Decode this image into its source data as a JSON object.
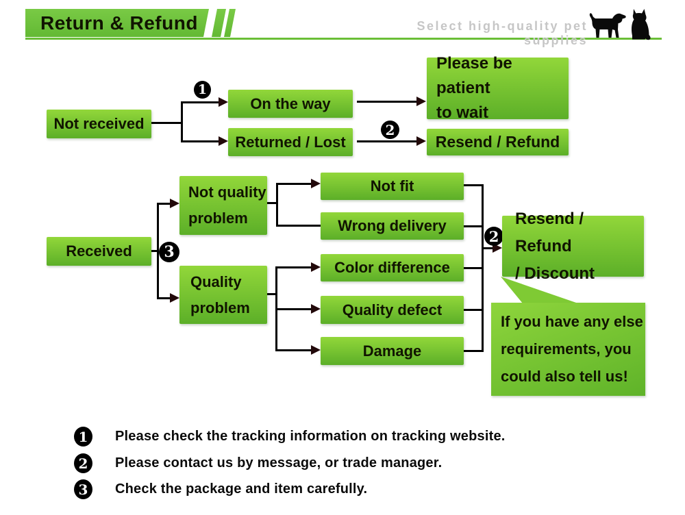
{
  "header": {
    "title": "Return & Refund",
    "tagline": "Select high-quality pet supplies",
    "dog_icon": "dog-silhouette",
    "cat_icon": "cat-silhouette"
  },
  "colors": {
    "banner_green": "#6fc23d",
    "box_green_top": "#92d73a",
    "box_green_bottom": "#5caf28",
    "underline_green": "#6abe37",
    "tagline_gray": "#c6c6c6",
    "line_black": "#000000"
  },
  "flow_top": {
    "not_received": "Not received",
    "badge_1": "1",
    "on_the_way": "On the way",
    "returned_lost": "Returned / Lost",
    "badge_2": "2",
    "wait_line1": "Please be patient",
    "wait_line2": "to wait",
    "resend_refund": "Resend / Refund"
  },
  "flow_received": {
    "received": "Received",
    "badge_3": "3",
    "not_quality_line1": "Not quality",
    "not_quality_line2": "problem",
    "quality_line1": "Quality",
    "quality_line2": "problem",
    "not_fit": "Not fit",
    "wrong_delivery": "Wrong delivery",
    "color_difference": "Color difference",
    "quality_defect": "Quality defect",
    "damage": "Damage",
    "badge_2": "2",
    "resolution_line1": "Resend / Refund",
    "resolution_line2": "/ Discount",
    "bubble_line1": "If you have any else",
    "bubble_line2": "requirements, you",
    "bubble_line3": "could also tell us!"
  },
  "legend": {
    "items": [
      {
        "num": "1",
        "text": "Please check the tracking information on tracking website."
      },
      {
        "num": "2",
        "text": "Please contact us by message, or trade manager."
      },
      {
        "num": "3",
        "text": "Check the package and item carefully."
      }
    ]
  }
}
